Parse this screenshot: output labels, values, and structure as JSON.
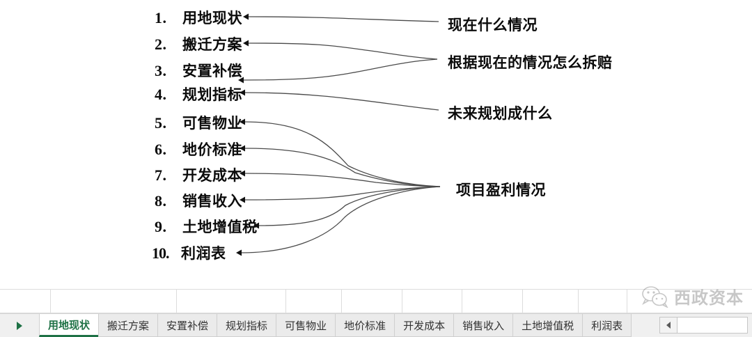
{
  "diagram": {
    "items": [
      {
        "num": "1.",
        "text": "用地现状"
      },
      {
        "num": "2.",
        "text": "搬迁方案"
      },
      {
        "num": "3.",
        "text": "安置补偿"
      },
      {
        "num": "4.",
        "text": "规划指标"
      },
      {
        "num": "5.",
        "text": "可售物业"
      },
      {
        "num": "6.",
        "text": "地价标准"
      },
      {
        "num": "7.",
        "text": "开发成本"
      },
      {
        "num": "8.",
        "text": "销售收入"
      },
      {
        "num": "9.",
        "text": "土地增值税"
      },
      {
        "num": "10.",
        "text": "利润表"
      }
    ],
    "group_labels": [
      {
        "text": "现在什么情况",
        "sources": [
          "用地现状"
        ]
      },
      {
        "text": "根据现在的情况怎么拆赔",
        "sources": [
          "搬迁方案",
          "安置补偿"
        ]
      },
      {
        "text": "未来规划成什么",
        "sources": [
          "规划指标"
        ]
      },
      {
        "text": "项目盈利情况",
        "sources": [
          "可售物业",
          "地价标准",
          "开发成本",
          "销售收入",
          "土地增值税",
          "利润表"
        ]
      }
    ]
  },
  "watermark": {
    "text": "西政资本",
    "icon": "wechat-logo-icon"
  },
  "tabbar": {
    "nav_icon": "scroll-right-arrow-icon",
    "active_tab": "用地现状",
    "tabs": [
      "用地现状",
      "搬迁方案",
      "安置补偿",
      "规划指标",
      "可售物业",
      "地价标准",
      "开发成本",
      "销售收入",
      "土地增值税",
      "利润表"
    ],
    "scroll_left_icon": "scroll-left-arrow-icon"
  },
  "colors": {
    "active_tab_accent": "#1e7145",
    "tab_background": "#ebebeb",
    "grid_line": "#dcdcdc",
    "text": "#0b0b0b"
  }
}
